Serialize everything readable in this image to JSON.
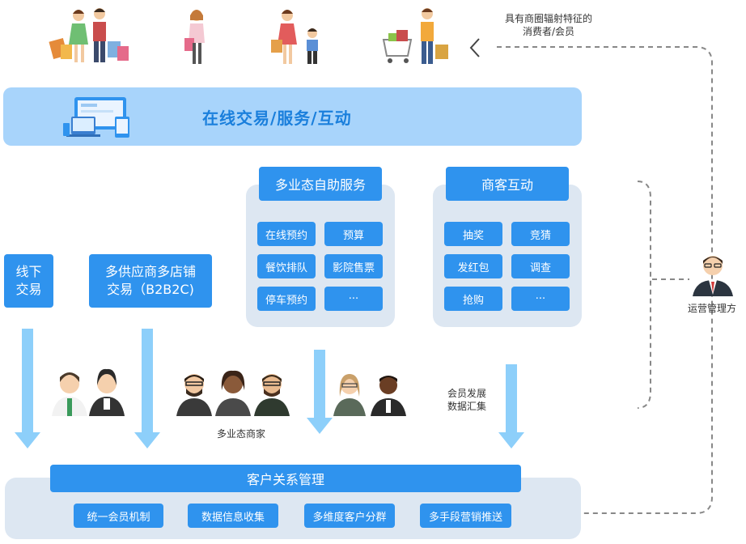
{
  "top": {
    "consumer_label_1": "具有商圈辐射特征的",
    "consumer_label_2": "消费者/会员"
  },
  "banner": {
    "title": "在线交易/服务/互动"
  },
  "offline": {
    "line1": "线下",
    "line2": "交易"
  },
  "multi_supplier": {
    "line1": "多供应商多店铺",
    "line2": "交易（B2B2C)"
  },
  "self_service": {
    "title": "多业态自助服务",
    "items": [
      "在线预约",
      "预算",
      "餐饮排队",
      "影院售票",
      "停车预约",
      "···"
    ]
  },
  "interaction": {
    "title": "商客互动",
    "items": [
      "抽奖",
      "竞猜",
      "发红包",
      "调查",
      "抢购",
      "···"
    ]
  },
  "merchants_label": "多业态商家",
  "member_data_1": "会员发展",
  "member_data_2": "数据汇集",
  "operator_label": "运营管理方",
  "crm": {
    "title": "客户关系管理",
    "items": [
      "统一会员机制",
      "数据信息收集",
      "多维度客户分群",
      "多手段营销推送"
    ]
  },
  "colors": {
    "accent": "#2f93ee",
    "banner": "#a8d4fb",
    "panel": "#dde7f2",
    "arrow": "#8dcffa"
  }
}
